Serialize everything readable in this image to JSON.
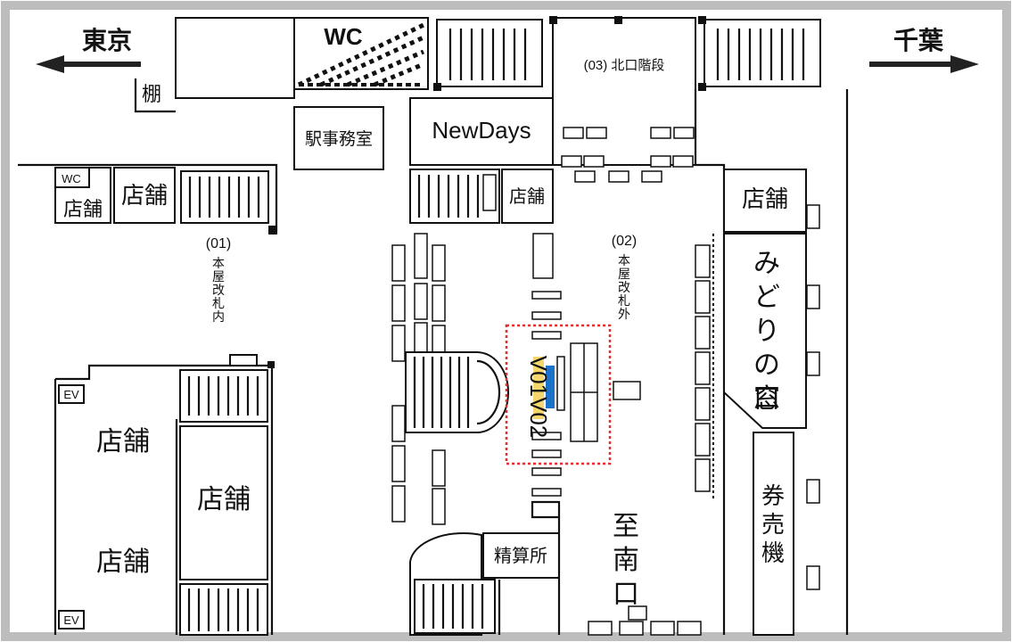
{
  "map": {
    "directions": {
      "left": "東京",
      "right": "千葉"
    },
    "labels": {
      "wc_top": "WC",
      "wc_small": "WC",
      "shelf": "棚",
      "station_office": "駅事務室",
      "newdays": "NewDays",
      "north_stairs": "(03) 北口階段",
      "store": "店舗",
      "gate_inner_num": "(01)",
      "gate_inner": "本屋改札内",
      "gate_outer_num": "(02)",
      "gate_outer": "本屋改札外",
      "ticket_office": "みどりの窓口",
      "ticket_machine": "券売機",
      "fare_adjust": "精算所",
      "south_exit": "至南口",
      "ev": "EV"
    },
    "highlight": {
      "codes": [
        "V01",
        "V02"
      ],
      "highlight_color": "#f5d76e",
      "marker_color": "#1a73c8",
      "frame_color": "#e03030"
    }
  }
}
